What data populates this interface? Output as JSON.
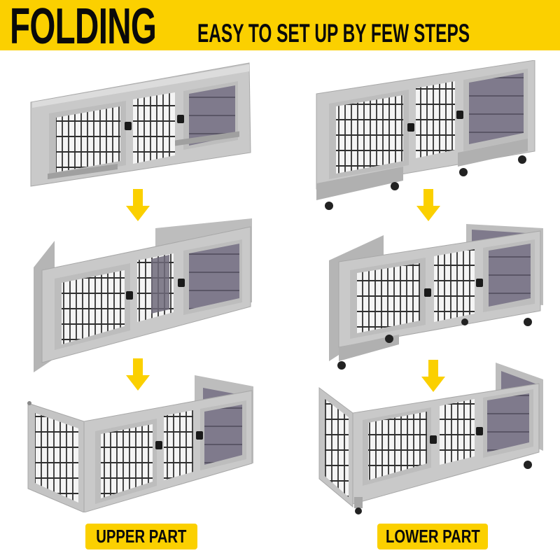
{
  "banner": {
    "title": "FOLDING",
    "subtitle": "EASY TO SET UP BY FEW STEPS",
    "background_color": "#fbd000",
    "text_color": "#0a0a0a"
  },
  "columns": [
    {
      "label": "UPPER PART",
      "steps": [
        {
          "description": "Upper hutch panel fully unfolded flat",
          "icon": "hutch-panel-flat"
        },
        {
          "description": "Upper hutch side panels folding inward",
          "icon": "hutch-panel-folding"
        },
        {
          "description": "Upper hutch assembled box",
          "icon": "hutch-assembled"
        }
      ]
    },
    {
      "label": "LOWER PART",
      "steps": [
        {
          "description": "Lower hutch panel with wheels unfolded flat",
          "icon": "hutch-panel-flat-wheels"
        },
        {
          "description": "Lower hutch side panels folding inward",
          "icon": "hutch-panel-folding-wheels"
        },
        {
          "description": "Lower hutch assembled box on wheels",
          "icon": "hutch-assembled-wheels"
        }
      ]
    }
  ],
  "arrows": {
    "icon": "arrow-down-icon",
    "color": "#fbd000",
    "count": 4
  },
  "colors": {
    "frame": "#c9c9c9",
    "frame_dark": "#9a9a9a",
    "panel_purple": "#7f7a8c",
    "wire": "#3a3a3a",
    "latch": "#1a1a1a"
  }
}
